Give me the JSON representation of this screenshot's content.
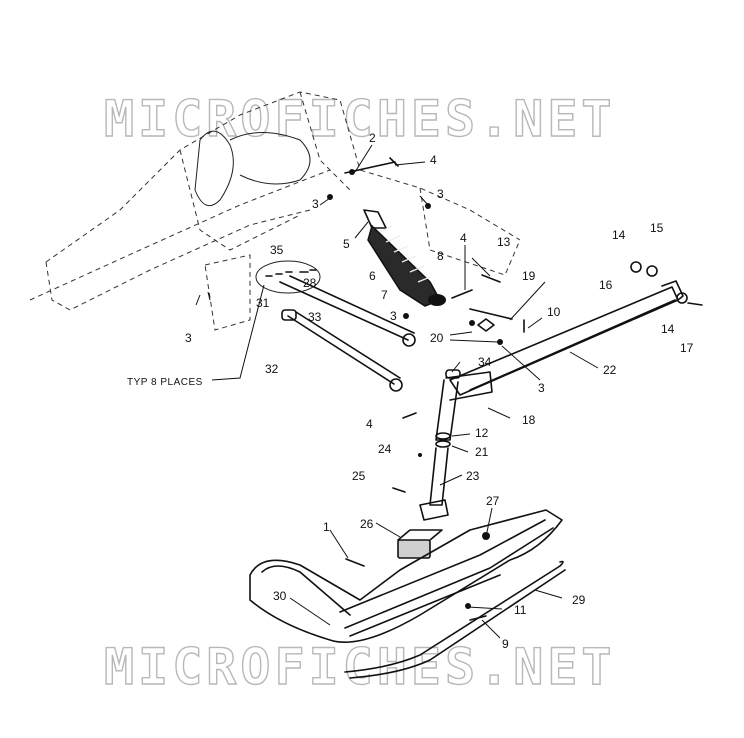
{
  "watermark": {
    "top": "MICROFICHES.NET",
    "bottom": "MICROFICHES.NET"
  },
  "note": "TYP 8 PLACES",
  "callouts": {
    "c1": "1",
    "c2": "2",
    "c3a": "3",
    "c3b": "3",
    "c3c": "3",
    "c3d": "3",
    "c3e": "3",
    "c4a": "4",
    "c4b": "4",
    "c4c": "4",
    "c5": "5",
    "c6": "6",
    "c7": "7",
    "c8": "8",
    "c9": "9",
    "c10": "10",
    "c11": "11",
    "c12": "12",
    "c13": "13",
    "c14a": "14",
    "c14b": "14",
    "c15": "15",
    "c16": "16",
    "c17": "17",
    "c18": "18",
    "c19": "19",
    "c20": "20",
    "c21": "21",
    "c22": "22",
    "c23": "23",
    "c24": "24",
    "c25": "25",
    "c26": "26",
    "c27": "27",
    "c28": "28",
    "c29": "29",
    "c30": "30",
    "c31": "31",
    "c32": "32",
    "c33": "33",
    "c34": "34",
    "c35": "35"
  }
}
